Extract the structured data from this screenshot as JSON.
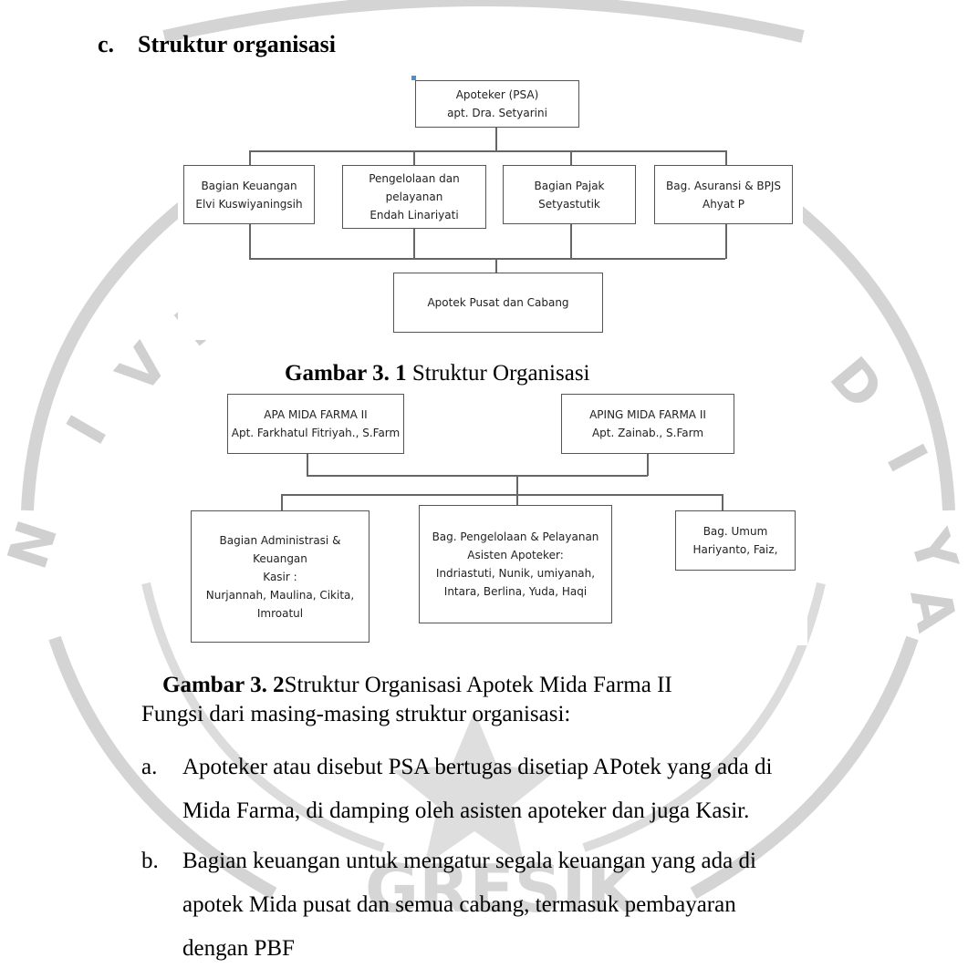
{
  "section": {
    "letter": "c.",
    "title": "Struktur organisasi"
  },
  "chart1": {
    "top": {
      "line1": "Apoteker (PSA)",
      "line2": "apt. Dra. Setyarini"
    },
    "units": [
      {
        "line1": "Bagian Keuangan",
        "line2": "Elvi Kuswiyaningsih",
        "line3": ""
      },
      {
        "line1": "Pengelolaan dan",
        "line2": "pelayanan",
        "line3": "Endah Linariyati"
      },
      {
        "line1": "Bagian Pajak",
        "line2": "Setyastutik",
        "line3": ""
      },
      {
        "line1": "Bag. Asuransi & BPJS",
        "line2": "Ahyat P",
        "line3": ""
      }
    ],
    "bottom": "Apotek Pusat dan Cabang"
  },
  "caption1": {
    "label": "Gambar 3. 1",
    "text": " Struktur Organisasi"
  },
  "chart2": {
    "top_left": {
      "line1": "APA MIDA FARMA II",
      "line2": "Apt. Farkhatul Fitriyah., S.Farm"
    },
    "top_right": {
      "line1": "APING MIDA FARMA II",
      "line2": "Apt. Zainab., S.Farm"
    },
    "units": [
      {
        "lines": [
          "Bagian Administrasi &",
          "Keuangan",
          "Kasir :",
          "Nurjannah, Maulina, Cikita,",
          "Imroatul"
        ]
      },
      {
        "lines": [
          "Bag. Pengelolaan & Pelayanan",
          "Asisten Apoteker:",
          "Indriastuti, Nunik, umiyanah,",
          "Intara, Berlina, Yuda, Haqi"
        ]
      },
      {
        "lines": [
          "Bag. Umum",
          "Hariyanto, Faiz,"
        ]
      }
    ]
  },
  "caption2": {
    "label": "Gambar 3. 2",
    "text": "Struktur Organisasi Apotek Mida Farma II"
  },
  "intro": "Fungsi dari masing-masing struktur organisasi:",
  "items": [
    {
      "marker": "a.",
      "line1": "Apoteker atau disebut PSA bertugas disetiap APotek yang ada di",
      "line2": "Mida Farma, di damping oleh asisten apoteker dan juga Kasir."
    },
    {
      "marker": "b.",
      "line1": "Bagian keuangan untuk mengatur segala keuangan yang ada di",
      "line2": "apotek Mida pusat dan semua cabang, termasuk pembayaran",
      "line3": "dengan PBF"
    }
  ],
  "watermark": {
    "text": "GRESIK",
    "color": "#c8c8c8"
  }
}
